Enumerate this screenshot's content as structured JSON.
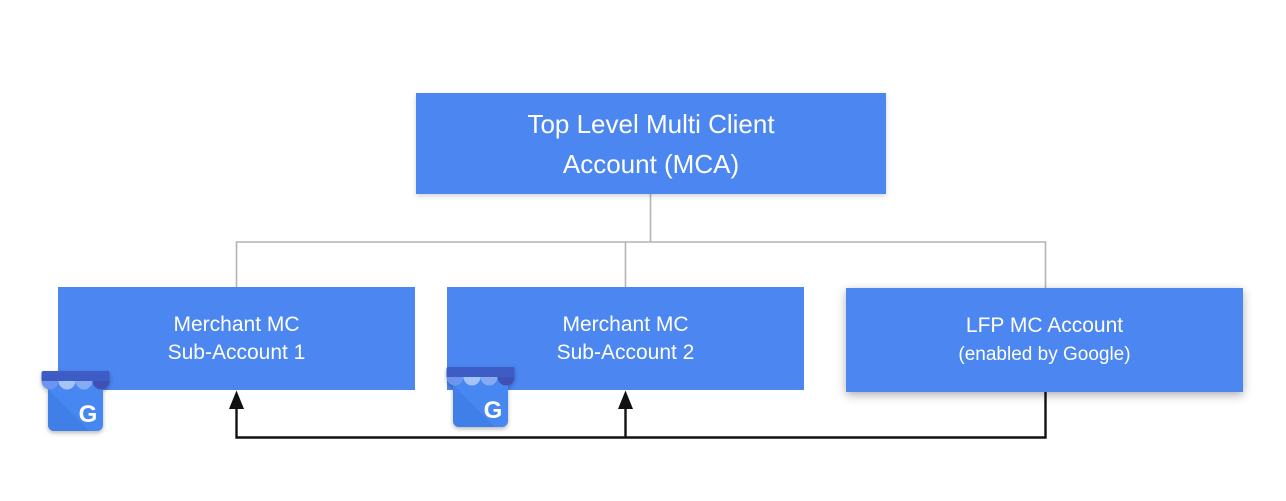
{
  "diagram": {
    "nodes": {
      "mca": {
        "line1": "Top Level Multi Client",
        "line2": "Account (MCA)"
      },
      "sub1": {
        "line1": "Merchant MC",
        "line2": "Sub-Account 1"
      },
      "sub2": {
        "line1": "Merchant MC",
        "line2": "Sub-Account 2"
      },
      "lfp": {
        "line1": "LFP MC Account",
        "line2": "(enabled by Google)"
      }
    },
    "colors": {
      "node_blue": "#4C86F0",
      "node_text": "#FFFFFF",
      "connector_gray": "#B4B4B4",
      "arrow_black": "#111111",
      "background": "#FFFFFF"
    },
    "icons": {
      "name": "google-my-business-icon",
      "letter": "G",
      "palette": {
        "body": "#4687F2",
        "body_shade": "#3D79DF",
        "awning_band": "#3E5CC6",
        "scallop_1": "#6C95EE",
        "scallop_2": "#A6C4F8",
        "scallop_3": "#85ABF3",
        "scallop_4": "#3F51B5"
      }
    }
  }
}
